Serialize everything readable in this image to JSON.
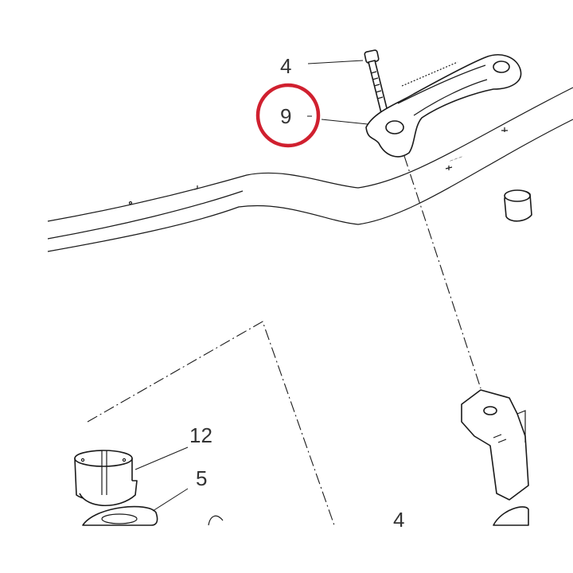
{
  "highlight_color": "#d0202f",
  "callouts": {
    "bolt_top": "4",
    "clamp": "9",
    "cap_nut": "12",
    "washer": "5",
    "bolt_bottom": "4"
  },
  "icons": {
    "bolt": "bolt-icon",
    "clamp": "handlebar-clamp-icon",
    "cap": "cap-nut-icon"
  }
}
